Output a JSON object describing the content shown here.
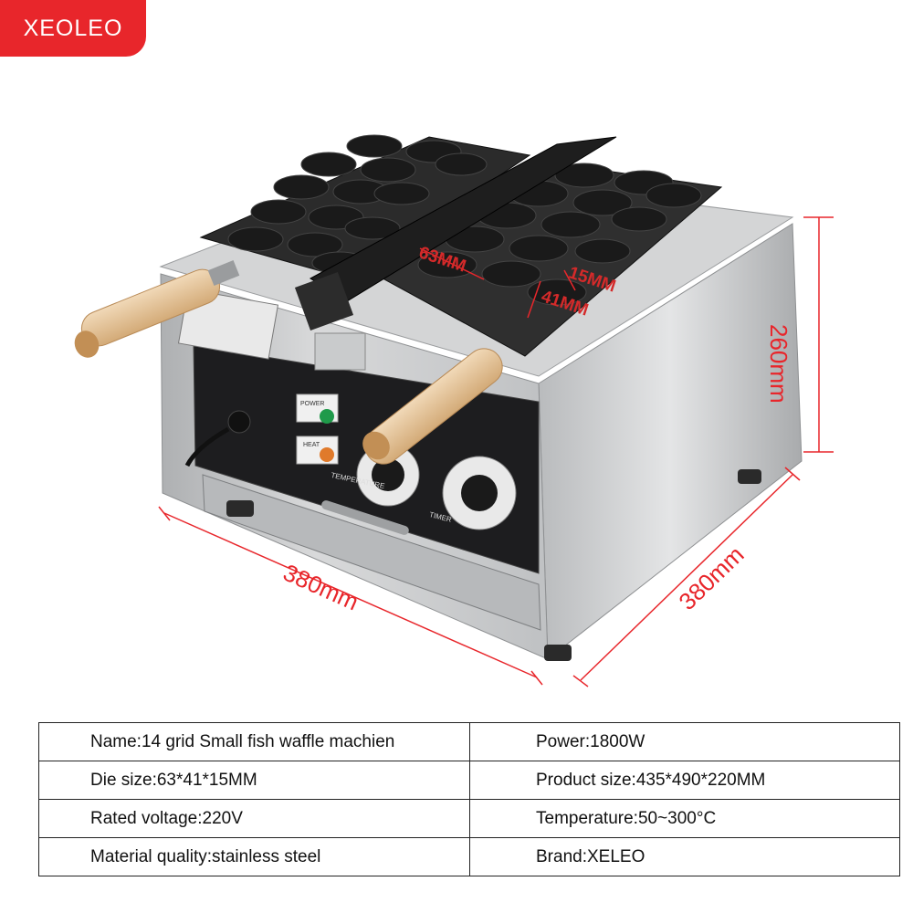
{
  "brand_logo": "XEOLEO",
  "dimensions": {
    "height": "260mm",
    "width": "380mm",
    "depth": "380mm",
    "die_length": "63MM",
    "die_depth": "15MM",
    "die_width": "41MM"
  },
  "panel_labels": {
    "power": "POWER",
    "heat": "HEAT",
    "temperature": "TEMPERATURE",
    "timer": "TIMER"
  },
  "colors": {
    "accent": "#e8262b",
    "steel": "#c9cbcc",
    "plate": "#2b2b2b",
    "handle": "#e6c49a"
  },
  "specs": [
    [
      "Name:14 grid Small fish waffle machien",
      "Power:1800W"
    ],
    [
      "Die size:63*41*15MM",
      "Product size:435*490*220MM"
    ],
    [
      "Rated voltage:220V",
      "Temperature:50~300°C"
    ],
    [
      "Material quality:stainless steel",
      "Brand:XELEO"
    ]
  ]
}
